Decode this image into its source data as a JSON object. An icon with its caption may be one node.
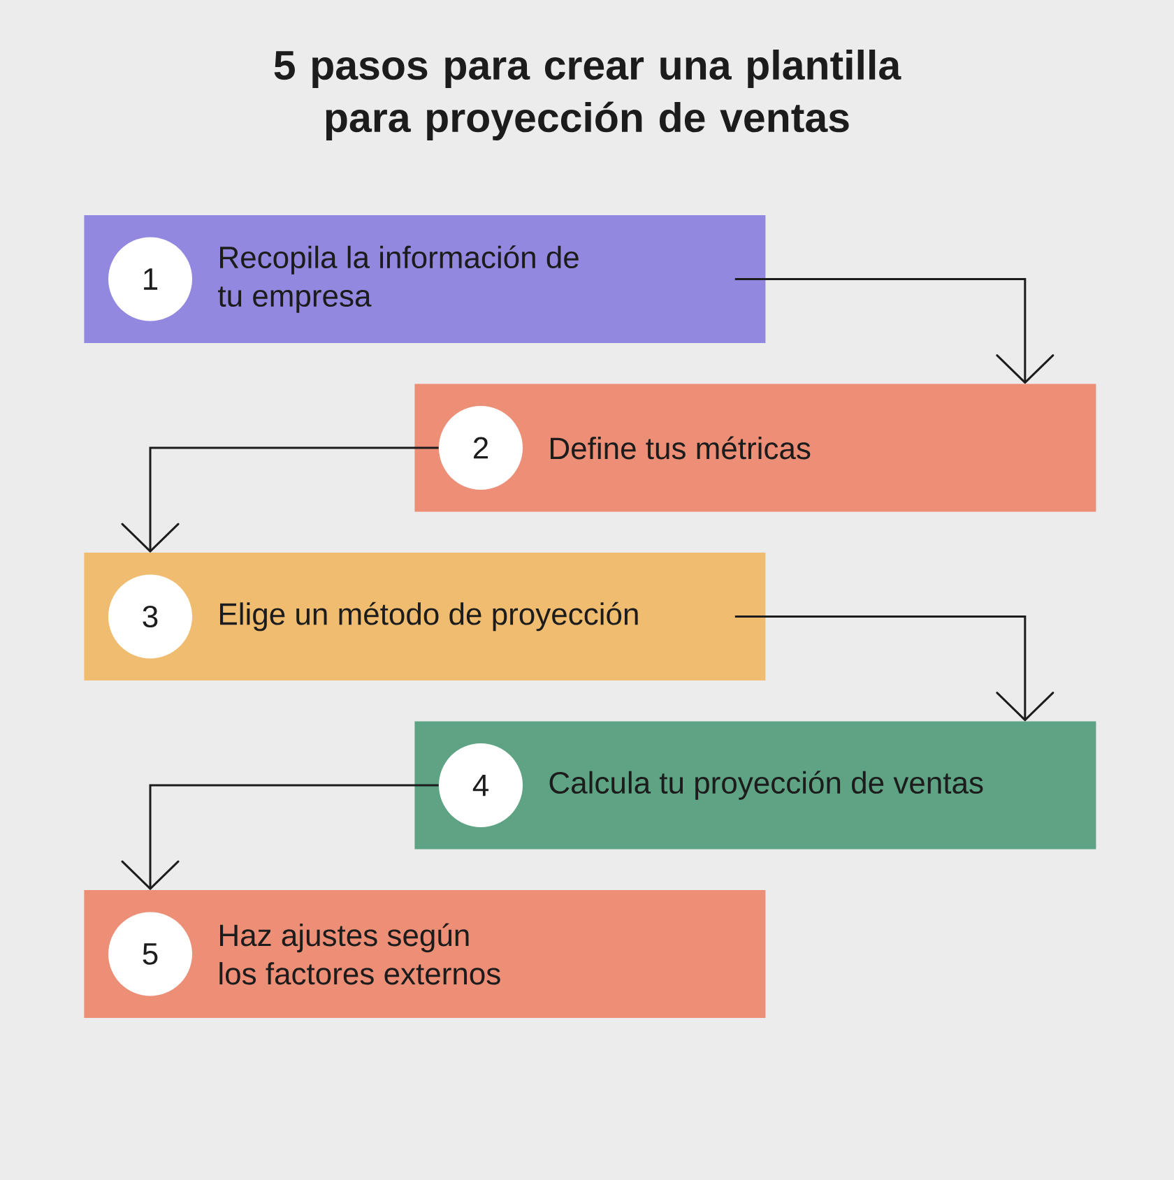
{
  "diagram": {
    "title": "5 pasos para crear una plantilla para proyección de ventas",
    "nodes": [
      {
        "text": [
          "Recopila la información de tu empresa"
        ]
      },
      {
        "text": [
          "1"
        ],
        "in": 0
      },
      {
        "text": [
          "Define tus métricas"
        ]
      },
      {
        "text": [
          "2"
        ],
        "in": 2
      },
      {
        "text": [
          "Elige un método de proyección"
        ]
      },
      {
        "text": [
          "3"
        ],
        "in": 4
      },
      {
        "text": [
          "Calcula tu proyección de ventas"
        ]
      },
      {
        "text": [
          "4"
        ],
        "in": 6
      },
      {
        "text": [
          "Haz ajustes según los factores externos"
        ]
      },
      {
        "text": [
          "5"
        ],
        "in": 8
      }
    ],
    "edges": [
      {
        "from": 0,
        "to": 2,
        "arrow": "to"
      },
      {
        "from": 3,
        "to": 4,
        "arrow": "to"
      },
      {
        "from": 4,
        "to": 6,
        "arrow": "to"
      },
      {
        "from": 7,
        "to": 8,
        "arrow": "to"
      }
    ]
  }
}
